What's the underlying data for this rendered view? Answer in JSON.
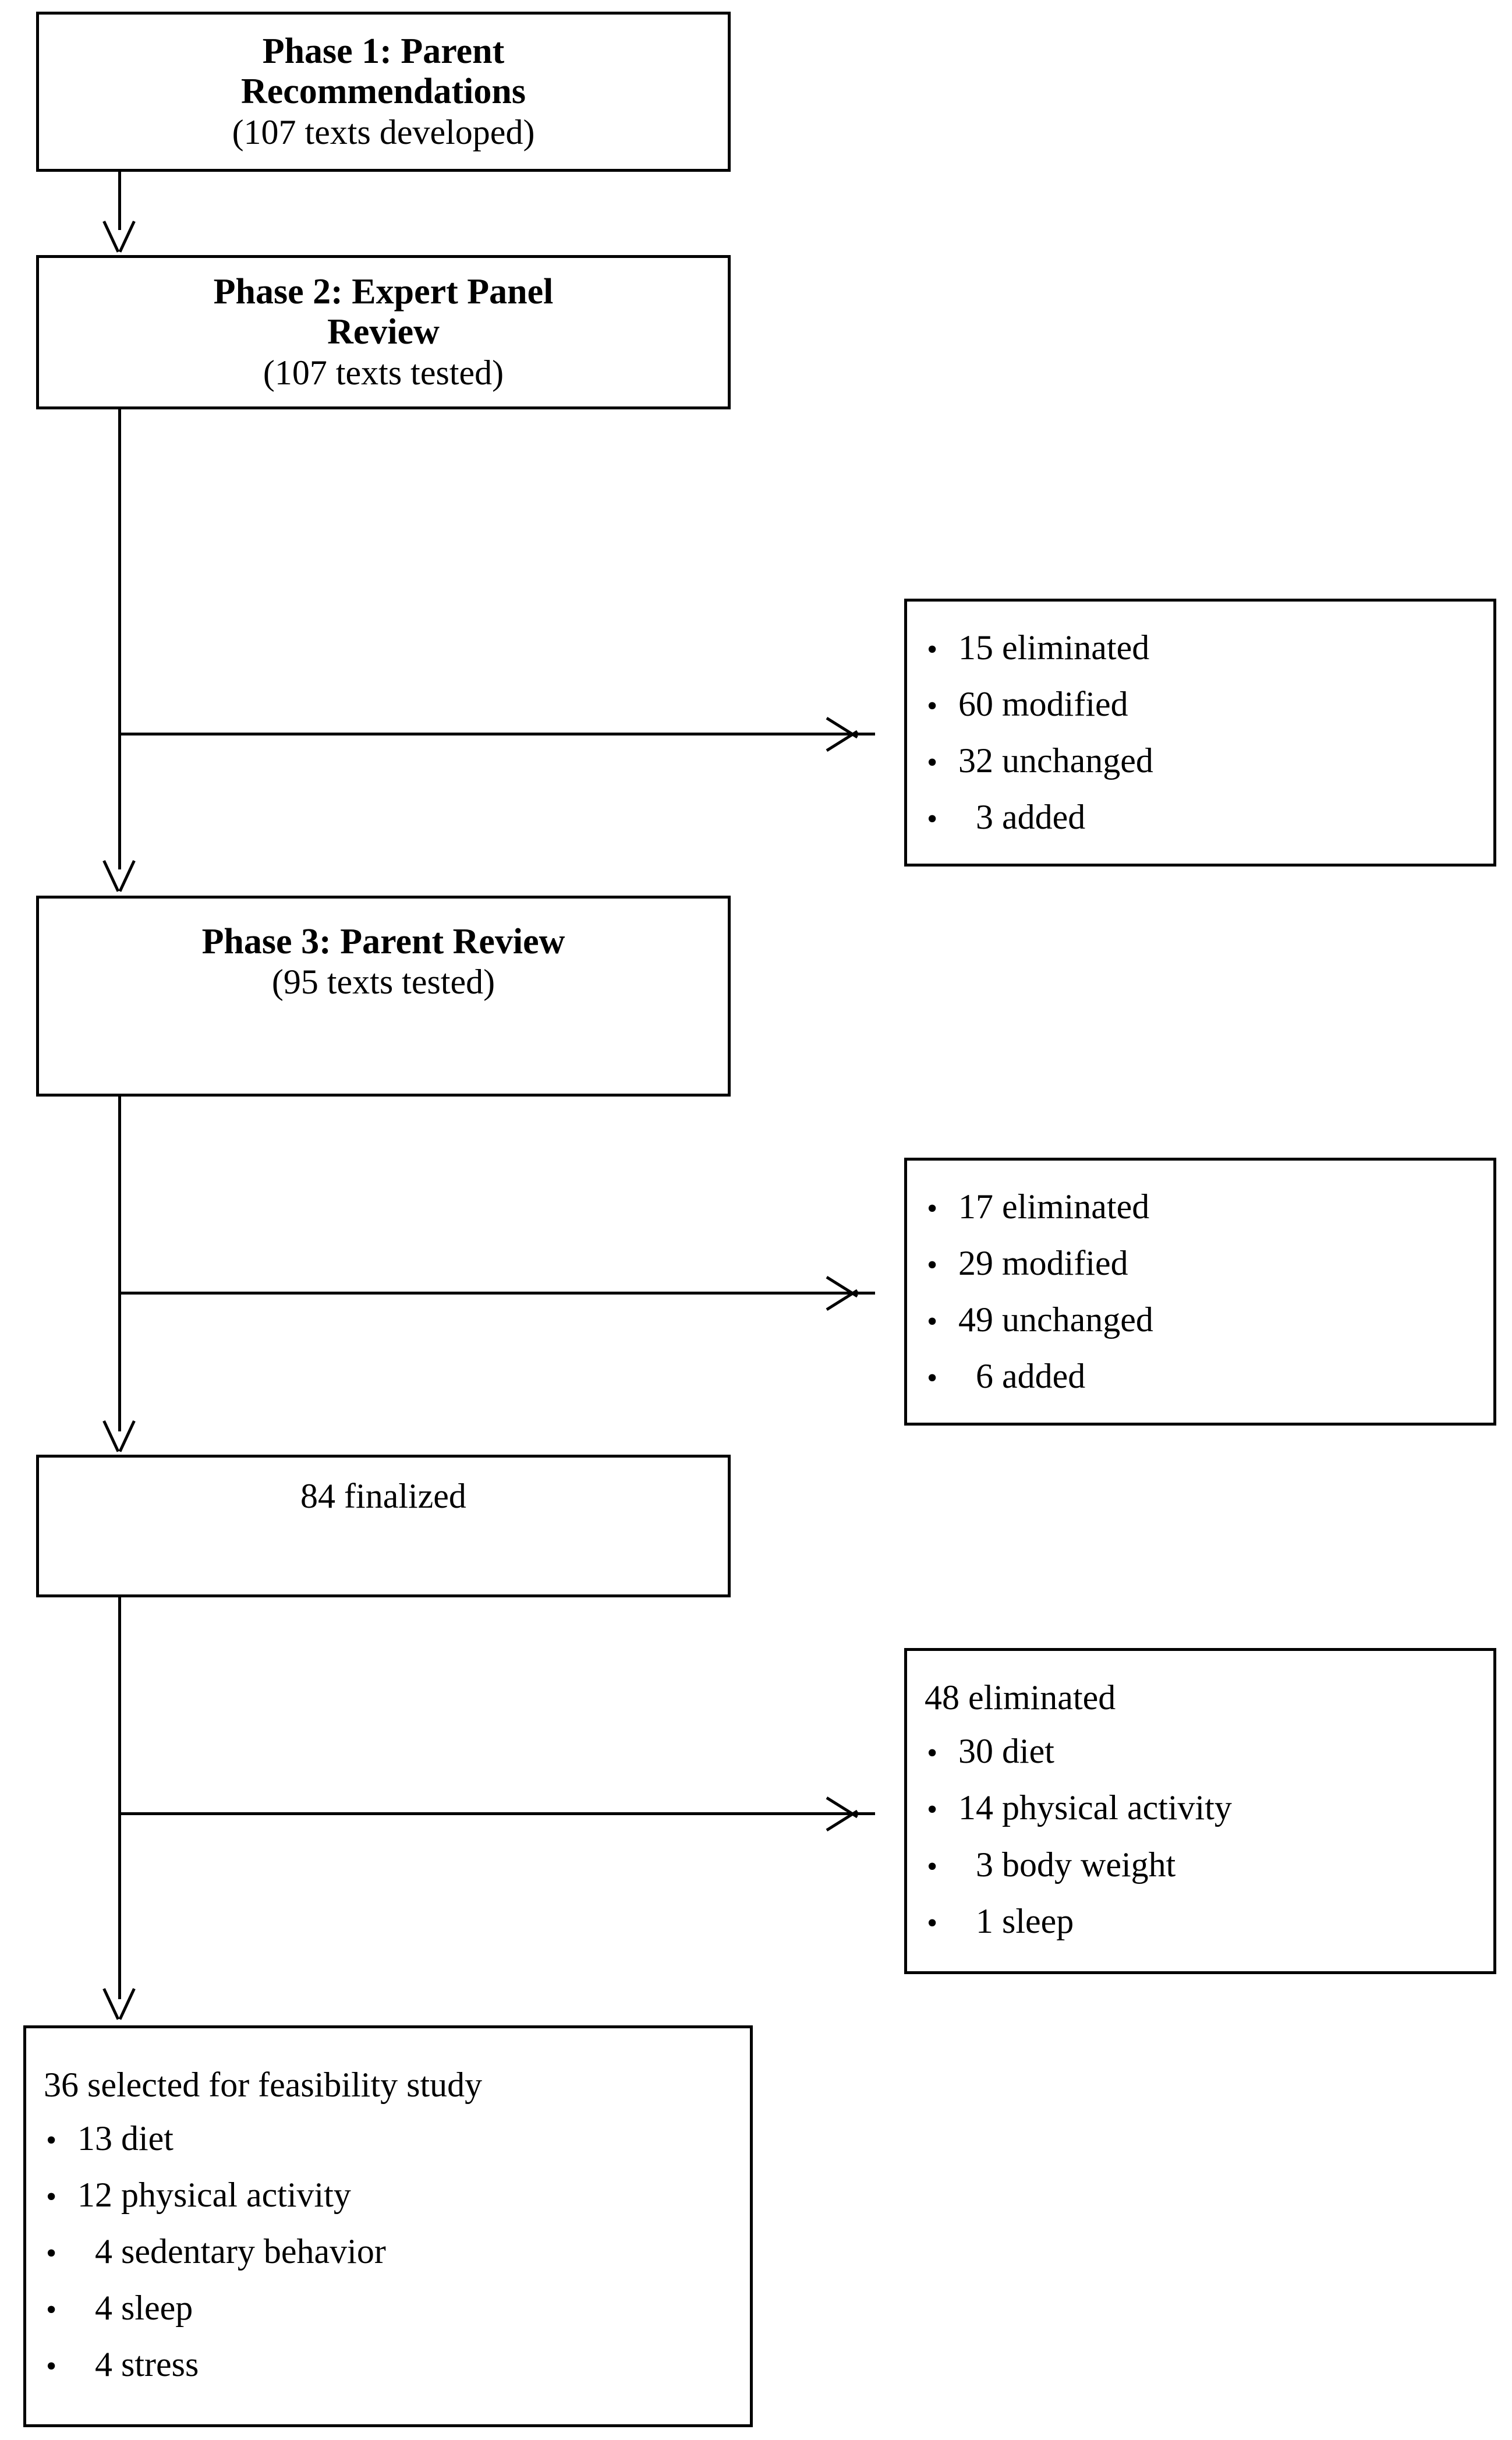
{
  "figure": {
    "type": "flowchart",
    "orientation": "top-to-bottom",
    "background_color": "#ffffff",
    "line_color": "#000000",
    "text_color": "#000000"
  },
  "nodes": {
    "phase1": {
      "id": "phase1",
      "title_line1": "Phase 1: Parent",
      "title_line2": "Recommendations",
      "subtitle": "(107 texts developed)"
    },
    "phase2": {
      "id": "phase2",
      "title_line1": "Phase 2: Expert Panel",
      "title_line2": "Review",
      "subtitle": "(107 texts tested)"
    },
    "phase2_outcomes": {
      "id": "phase2-outcomes",
      "bullets": [
        "15 eliminated",
        "60 modified",
        "32 unchanged",
        "  3 added"
      ]
    },
    "phase3": {
      "id": "phase3",
      "title_line1": "Phase 3: Parent Review",
      "subtitle": "(95 texts tested)"
    },
    "phase3_outcomes": {
      "id": "phase3-outcomes",
      "bullets": [
        "17 eliminated",
        "29 modified",
        "49 unchanged",
        "  6 added"
      ]
    },
    "finalized": {
      "id": "finalized",
      "label": "84 finalized"
    },
    "eliminated": {
      "id": "eliminated",
      "heading": "48 eliminated",
      "bullets": [
        "30 diet",
        "14 physical activity",
        "  3 body weight",
        "  1 sleep"
      ]
    },
    "selected": {
      "id": "selected",
      "heading": "36 selected for feasibility study",
      "bullets": [
        "13 diet",
        "12 physical activity",
        "  4 sedentary behavior",
        "  4 sleep",
        "  4 stress"
      ]
    }
  },
  "glyphs": {
    "bullet": "•"
  }
}
